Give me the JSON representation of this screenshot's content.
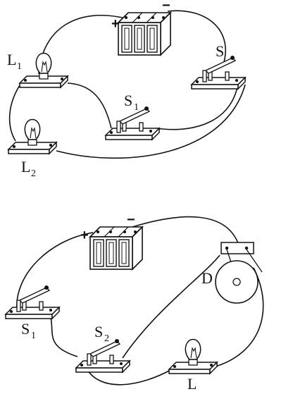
{
  "figure_top": {
    "labels": {
      "battery_plus": "+",
      "battery_minus": "−",
      "lamp1_main": "L",
      "lamp1_sub": "1",
      "lamp2_main": "L",
      "lamp2_sub": "2",
      "switch_main": "S",
      "switch1_main": "S",
      "switch1_sub": "1"
    }
  },
  "figure_bottom": {
    "labels": {
      "battery_plus": "+",
      "battery_minus": "−",
      "switch1_main": "S",
      "switch1_sub": "1",
      "switch2_main": "S",
      "switch2_sub": "2",
      "motor": "D",
      "lamp": "L"
    }
  }
}
